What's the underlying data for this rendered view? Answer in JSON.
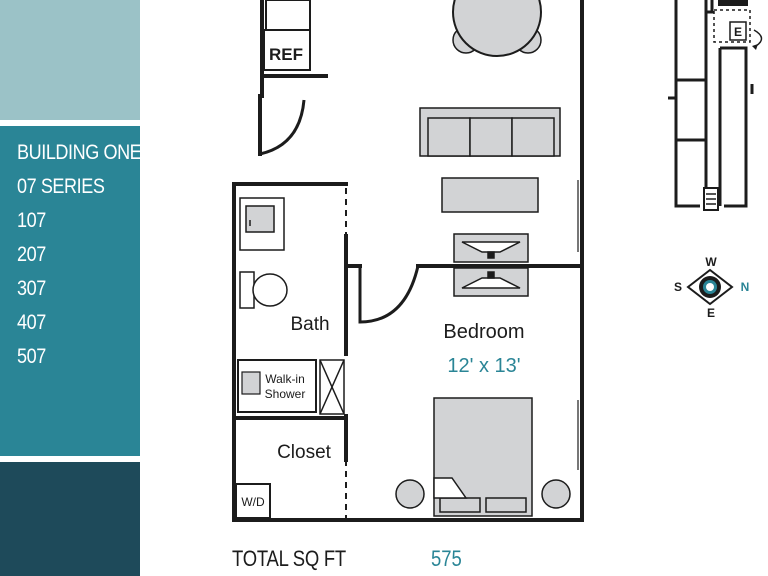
{
  "sidebar": {
    "lines": [
      "BUILDING ONE",
      "07 SERIES",
      "107",
      "207",
      "307",
      "407",
      "507"
    ],
    "colors": {
      "top": "#9bc2c7",
      "middle": "#2a8596",
      "bottom": "#1e4a5a"
    }
  },
  "floorplan": {
    "ref_label": "REF",
    "bath_label": "Bath",
    "shower_label_line1": "Walk-in",
    "shower_label_line2": "Shower",
    "closet_label": "Closet",
    "wd_label": "W/D",
    "bedroom_label": "Bedroom",
    "bedroom_size": "12' x 13'",
    "wall_color": "#1c1c1c",
    "furniture_color": "#d2d3d5",
    "accent_color": "#2a8596"
  },
  "keyplan": {
    "elevator_label": "E"
  },
  "compass": {
    "north": "N",
    "south": "S",
    "east": "E",
    "west": "W"
  },
  "footer": {
    "total_label": "TOTAL SQ FT",
    "total_value": "575"
  }
}
